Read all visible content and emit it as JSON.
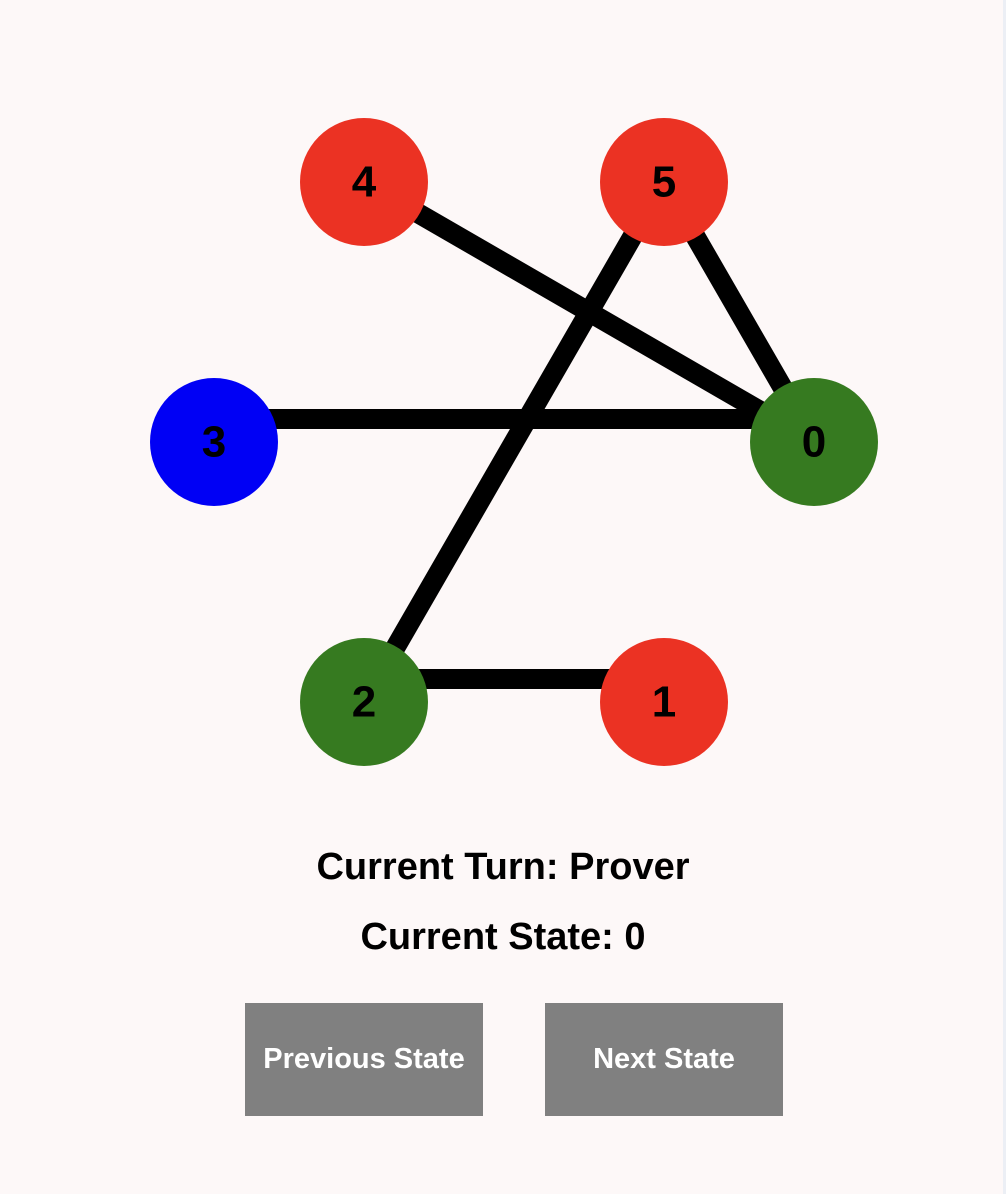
{
  "graph": {
    "nodes": [
      {
        "id": "0",
        "label": "0",
        "color": "#367a20"
      },
      {
        "id": "1",
        "label": "1",
        "color": "#eb3223"
      },
      {
        "id": "2",
        "label": "2",
        "color": "#367a20"
      },
      {
        "id": "3",
        "label": "3",
        "color": "#0000f5"
      },
      {
        "id": "4",
        "label": "4",
        "color": "#eb3223"
      },
      {
        "id": "5",
        "label": "5",
        "color": "#eb3223"
      }
    ],
    "edges": [
      {
        "from": "4",
        "to": "0"
      },
      {
        "from": "5",
        "to": "0"
      },
      {
        "from": "5",
        "to": "2"
      },
      {
        "from": "3",
        "to": "0"
      },
      {
        "from": "2",
        "to": "1"
      }
    ],
    "edge_color": "#000000"
  },
  "status": {
    "turn_label": "Current Turn:",
    "turn_value": "Prover",
    "state_label": "Current State:",
    "state_value": "0"
  },
  "controls": {
    "previous_label": "Previous State",
    "next_label": "Next State",
    "button_color": "#808080"
  }
}
